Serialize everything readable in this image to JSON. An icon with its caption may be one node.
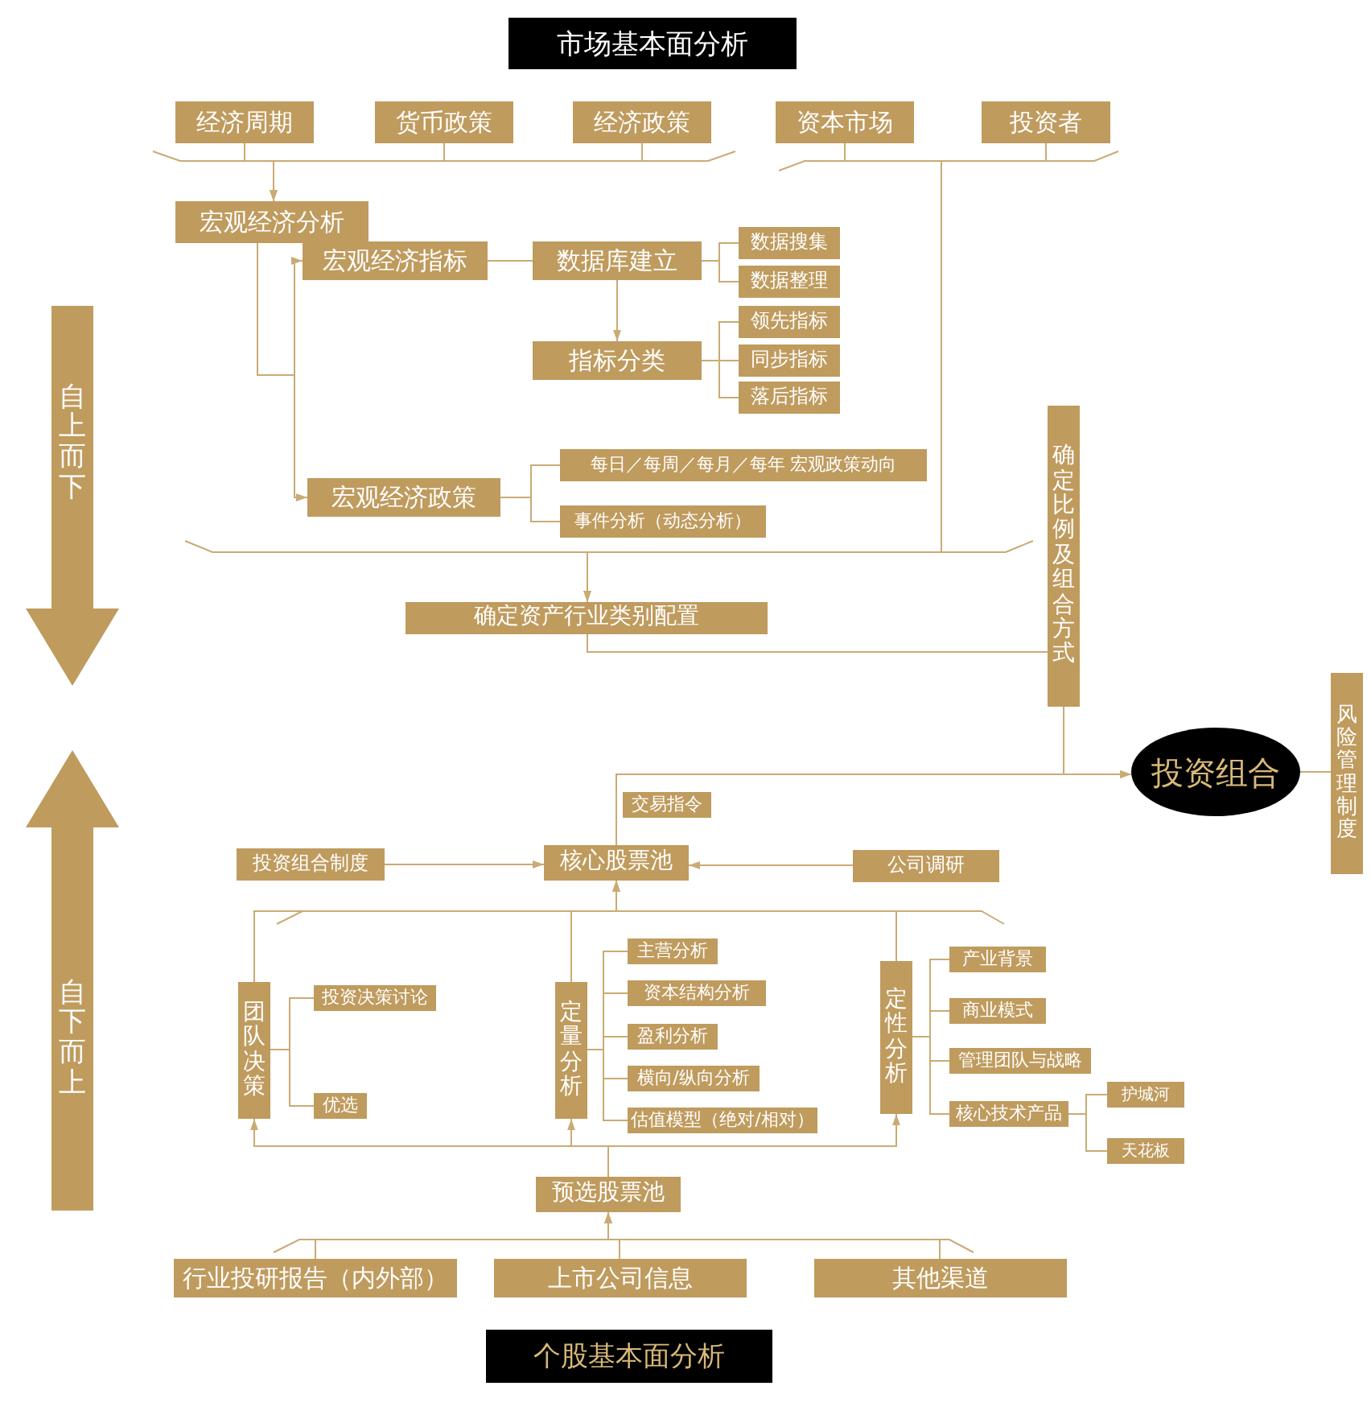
{
  "diagram": {
    "nodes": [
      {
        "text": [
          "经济周期"
        ]
      },
      {
        "text": [
          "货币政策"
        ]
      },
      {
        "text": [
          "经济政策"
        ]
      },
      {
        "text": [
          "资本市场"
        ]
      },
      {
        "text": [
          "投资者"
        ]
      },
      {
        "text": [
          "宏观经济分析"
        ]
      },
      {
        "text": [
          "宏观经济指标"
        ]
      },
      {
        "text": [
          "数据库建立"
        ]
      },
      {
        "text": [
          "数据搜集"
        ]
      },
      {
        "text": [
          "数据整理"
        ]
      },
      {
        "text": [
          "指标分类"
        ]
      },
      {
        "text": [
          "领先指标"
        ]
      },
      {
        "text": [
          "同步指标"
        ]
      },
      {
        "text": [
          "落后指标"
        ]
      },
      {
        "text": [
          "宏观经济政策"
        ]
      },
      {
        "text": [
          "每日／每周／每月／每年 宏观政策动向"
        ]
      },
      {
        "text": [
          "事件分析（动态分析）"
        ]
      },
      {
        "text": [
          "确定资产行业类别配置"
        ]
      },
      {
        "text": [
          "确定比例及组合方式"
        ]
      },
      {
        "text": [
          "投资组合"
        ]
      },
      {
        "text": [
          "风险管理制度"
        ]
      },
      {
        "text": [
          "交易指令"
        ]
      },
      {
        "text": [
          "投资组合制度"
        ]
      },
      {
        "text": [
          "核心股票池"
        ]
      },
      {
        "text": [
          "公司调研"
        ]
      },
      {
        "text": [
          "团队决策"
        ]
      },
      {
        "text": [
          "投资决策讨论"
        ]
      },
      {
        "text": [
          "优选"
        ]
      },
      {
        "text": [
          "定量分析"
        ]
      },
      {
        "text": [
          "主营分析"
        ]
      },
      {
        "text": [
          "资本结构分析"
        ]
      },
      {
        "text": [
          "盈利分析"
        ]
      },
      {
        "text": [
          "横向/纵向分析"
        ]
      },
      {
        "text": [
          "估值模型（绝对/相对）"
        ]
      },
      {
        "text": [
          "定性分析"
        ]
      },
      {
        "text": [
          "产业背景"
        ]
      },
      {
        "text": [
          "商业模式"
        ]
      },
      {
        "text": [
          "管理团队与战略"
        ]
      },
      {
        "text": [
          "核心技术产品"
        ]
      },
      {
        "text": [
          "护城河"
        ]
      },
      {
        "text": [
          "天花板"
        ]
      },
      {
        "text": [
          "预选股票池"
        ]
      },
      {
        "text": [
          "行业投研报告（内外部）"
        ]
      },
      {
        "text": [
          "上市公司信息"
        ]
      },
      {
        "text": [
          "其他渠道"
        ]
      }
    ],
    "edges": [
      {
        "from": 0,
        "to": 5,
        "arrow": "to"
      },
      {
        "from": 1,
        "to": 5,
        "arrow": "to"
      },
      {
        "from": 2,
        "to": 5,
        "arrow": "to"
      },
      {
        "from": 3,
        "to": 17,
        "arrow": "to"
      },
      {
        "from": 4,
        "to": 17,
        "arrow": "to"
      },
      {
        "from": 5,
        "to": 6,
        "arrow": "to"
      },
      {
        "from": 5,
        "to": 14,
        "arrow": "to"
      },
      {
        "from": 6,
        "to": 7,
        "arrow": "none"
      },
      {
        "from": 7,
        "to": 8,
        "arrow": "none"
      },
      {
        "from": 7,
        "to": 9,
        "arrow": "none"
      },
      {
        "from": 7,
        "to": 10,
        "arrow": "to"
      },
      {
        "from": 10,
        "to": 11,
        "arrow": "none"
      },
      {
        "from": 10,
        "to": 12,
        "arrow": "none"
      },
      {
        "from": 10,
        "to": 13,
        "arrow": "none"
      },
      {
        "from": 14,
        "to": 15,
        "arrow": "none"
      },
      {
        "from": 14,
        "to": 16,
        "arrow": "none"
      },
      {
        "from": 17,
        "to": 18,
        "arrow": "none"
      },
      {
        "from": 18,
        "to": 19,
        "arrow": "to"
      },
      {
        "from": 23,
        "to": 19,
        "arrow": "to"
      },
      {
        "from": 19,
        "to": 20,
        "arrow": "none"
      },
      {
        "from": 22,
        "to": 23,
        "arrow": "to"
      },
      {
        "from": 24,
        "to": 23,
        "arrow": "to"
      },
      {
        "from": 25,
        "to": 23,
        "arrow": "to"
      },
      {
        "from": 28,
        "to": 23,
        "arrow": "to"
      },
      {
        "from": 34,
        "to": 23,
        "arrow": "to"
      },
      {
        "from": 25,
        "to": 26,
        "arrow": "none"
      },
      {
        "from": 25,
        "to": 27,
        "arrow": "none"
      },
      {
        "from": 28,
        "to": 29,
        "arrow": "none"
      },
      {
        "from": 28,
        "to": 30,
        "arrow": "none"
      },
      {
        "from": 28,
        "to": 31,
        "arrow": "none"
      },
      {
        "from": 28,
        "to": 32,
        "arrow": "none"
      },
      {
        "from": 28,
        "to": 33,
        "arrow": "none"
      },
      {
        "from": 34,
        "to": 35,
        "arrow": "none"
      },
      {
        "from": 34,
        "to": 36,
        "arrow": "none"
      },
      {
        "from": 34,
        "to": 37,
        "arrow": "none"
      },
      {
        "from": 34,
        "to": 38,
        "arrow": "none"
      },
      {
        "from": 38,
        "to": 39,
        "arrow": "none"
      },
      {
        "from": 38,
        "to": 40,
        "arrow": "none"
      },
      {
        "from": 41,
        "to": 25,
        "arrow": "to"
      },
      {
        "from": 41,
        "to": 28,
        "arrow": "to"
      },
      {
        "from": 41,
        "to": 34,
        "arrow": "to"
      },
      {
        "from": 42,
        "to": 41,
        "arrow": "to"
      },
      {
        "from": 43,
        "to": 41,
        "arrow": "to"
      },
      {
        "from": 44,
        "to": 41,
        "arrow": "to"
      }
    ],
    "labels": [
      "市场基本面分析",
      "自上而下",
      "自下而上",
      "个股基本面分析"
    ]
  }
}
